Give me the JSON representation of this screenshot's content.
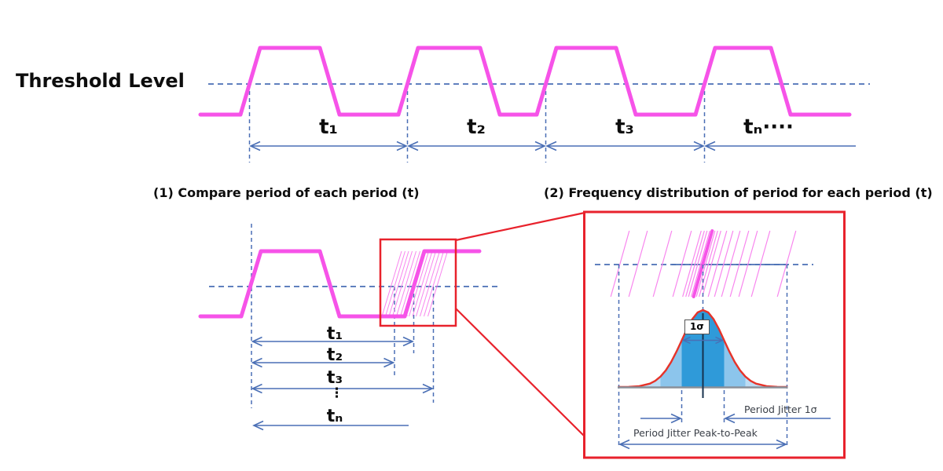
{
  "title_threshold": "Threshold Level",
  "captions": {
    "left": "(1) Compare period of each period (t)",
    "right": "(2) Frequency distribution of period for each period (t)"
  },
  "top_diagram": {
    "period_labels": [
      "t₁",
      "t₂",
      "t₃",
      "tₙ····"
    ]
  },
  "bottom_diagram": {
    "period_labels": [
      "t₁",
      "t₂",
      "t₃",
      "tₙ"
    ],
    "ellipsis": "⋮"
  },
  "zoom_panel": {
    "sigma_label": "1σ",
    "jitter_sigma_label": "Period Jitter 1σ",
    "jitter_p2p_label": "Period Jitter Peak-to-Peak"
  },
  "colors": {
    "waveform_magenta": "#f653e8",
    "dimension_blue": "#4a6fb5",
    "highlight_red": "#e8222c",
    "gauss_curve_red": "#e63329",
    "gauss_core_blue": "#2f9ad9",
    "gauss_mid_blue": "#8cc5ec",
    "gauss_outer_blue": "#bcdcf4",
    "gauss_edge_blue": "#d6eaf8",
    "baseline_gray": "#8a9099",
    "mean_line": "#17324d"
  }
}
